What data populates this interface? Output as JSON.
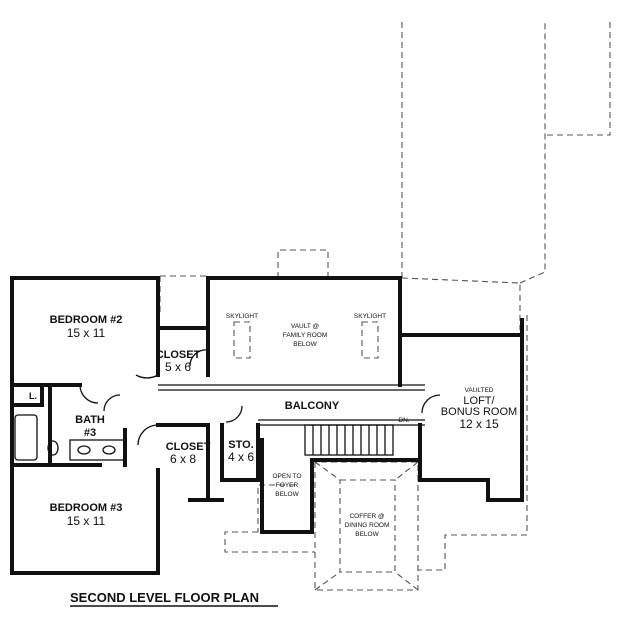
{
  "title": "SECOND LEVEL FLOOR PLAN",
  "rooms": {
    "bedroom2": {
      "name": "BEDROOM #2",
      "size": "15 x 11"
    },
    "bedroom3": {
      "name": "BEDROOM #3",
      "size": "15 x 11"
    },
    "closet_a": {
      "name": "CLOSET",
      "size": "5 x 6"
    },
    "closet_b": {
      "name": "CLOSET",
      "size": "6 x 8"
    },
    "sto": {
      "name": "STO.",
      "size": "4 x 6"
    },
    "bath": {
      "name": "BATH",
      "size": "#3"
    },
    "linen": {
      "name": "L."
    },
    "balcony": {
      "name": "BALCONY"
    },
    "loft": {
      "line1": "VAULTED",
      "line2": "LOFT/",
      "line3": "BONUS ROOM",
      "size": "12 x 15"
    },
    "vault": {
      "line1": "VAULT @",
      "line2": "FAMILY ROOM",
      "line3": "BELOW"
    },
    "skylight_left": "SKYLIGHT",
    "skylight_right": "SKYLIGHT",
    "foyer": {
      "line1": "OPEN TO",
      "line2": "FOYER",
      "line3": "BELOW"
    },
    "dining": {
      "line1": "COFFER @",
      "line2": "DINING ROOM",
      "line3": "BELOW"
    },
    "stair_dn": "DN."
  }
}
